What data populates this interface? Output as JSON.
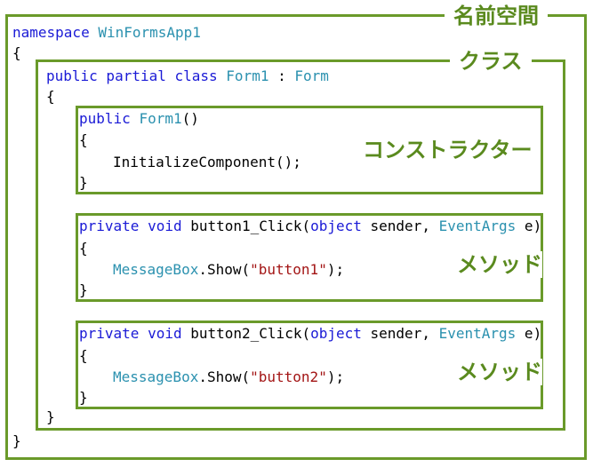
{
  "labels": {
    "namespace": "名前空間",
    "class": "クラス",
    "constructor": "コンストラクター",
    "method1": "メソッド",
    "method2": "メソッド"
  },
  "code": {
    "ns_kw": "namespace",
    "ns_name": "WinFormsApp1",
    "brace_open": "{",
    "brace_close": "}",
    "class_kw": "public partial class",
    "class_name": "Form1",
    "class_sep": " : ",
    "class_base": "Form",
    "ctor_kw": "public",
    "ctor_name": "Form1",
    "ctor_parens": "()",
    "ctor_body": "InitializeComponent();",
    "m1_kw": "private void",
    "m1_name": " button1_Click(",
    "m1_obj": "object",
    "m1_sender": " sender, ",
    "m1_args": "EventArgs",
    "m1_end": " e)",
    "m1_body_type": "MessageBox",
    "m1_body_call": ".Show(",
    "m1_body_str": "\"button1\"",
    "m1_body_end": ");",
    "m2_kw": "private void",
    "m2_name": " button2_Click(",
    "m2_obj": "object",
    "m2_sender": " sender, ",
    "m2_args": "EventArgs",
    "m2_end": " e)",
    "m2_body_type": "MessageBox",
    "m2_body_call": ".Show(",
    "m2_body_str": "\"button2\"",
    "m2_body_end": ");"
  },
  "colors": {
    "frame": "#6a9a2a",
    "label": "#5a8a1e",
    "keyword": "#1a1ad6",
    "type": "#2b91af",
    "string": "#a31515"
  }
}
